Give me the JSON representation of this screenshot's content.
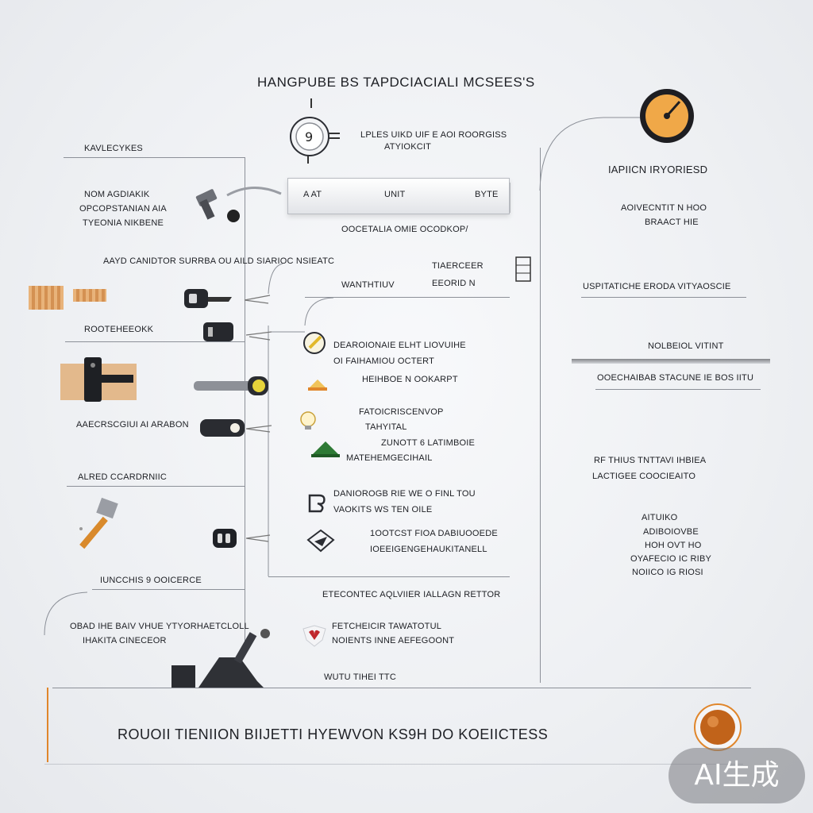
{
  "header": {
    "title": "HANGPUBE BS TAPDCIACIALI MCSEES'S",
    "top_label_line1": "LPLES UIKD UIF E  AOI ROORGISS",
    "top_label_line2": "ATYIOKCIT",
    "key_bar": {
      "left": "A AT",
      "mid": "UNIT",
      "right": "BYTE"
    },
    "key_caption": "OOCETALIA OMIE OCODKOP/"
  },
  "left": {
    "heading": "KAVLECYKES",
    "block1": [
      "NOM AGDIAKIK",
      "OPCOPSTANIAN  AIA",
      "TYEONIA NIKBENE"
    ],
    "wide_label": "AAYD CANIDTOR SURRBA OU  AILD  SIARIOC NSIEATC",
    "rootlabel": "ROOTEHEEOKK",
    "label3": "AAECRSCGIUI AI ARABON",
    "label4": "ALRED CCARDRNIIC",
    "label5": "IUNCCHIS 9 OOICERCE",
    "block6": [
      "OBAD IHE BAIV VHUE  YTYORHAETCLOLL",
      "IHAKITA CINECEOR"
    ]
  },
  "middle": {
    "mid_left_label": "WANTHTIUV",
    "mid_right_label": "TIAERCEER",
    "mid_right_label2": "EEORID N",
    "block_a": [
      "DEAROIONAIE  ELHT LIOVUIHE",
      "OI     FAIHAMIOU OCTERT",
      "HEIHBOE  N OOKARPT"
    ],
    "block_b": [
      "FATOICRISCENVOP",
      "TAHYITAL",
      "ZUNOTT 6 LATIMBOIE",
      "MATEHEMGECIHAIL"
    ],
    "block_c": [
      "DANIOROGB RIE WE O FINL  TOU",
      "VAOKITS WS  TEN OILE"
    ],
    "block_d": [
      "1OOTCST FIOA DABIUOOEDE",
      "IOEEIGENGEHAUKITANELL"
    ],
    "bottom_heading": "ETECONTEC  AQLVIIER IALLAGN RETTOR",
    "block_e": [
      "FETCHEICIR  TAWATOTUL",
      "NOIENTS INNE   AEFEGOONT"
    ],
    "block_f": "WUTU TIHEI TTC"
  },
  "right": {
    "heading": "IAPIICN IRYORIESD",
    "block1": [
      "AOIVECNTIT N HOO",
      "BRAACT HIE"
    ],
    "label2": "USPITATICHE ERODA VITYAOSCIE",
    "label3": "NOLBEIOL VITINT",
    "label4": "OOECHAIBAB STACUNE IE BOS  IITU",
    "block5": [
      "RF  THIUS TNTTAVI IHBIEA",
      "LACTIGEE COOCIEAITO"
    ],
    "block6": [
      "AITUIKO",
      "ADIBOIOVBE",
      "HOH OVT HO",
      "OYAFECIO IC RIBY",
      "NOIICO IG RIOSI"
    ]
  },
  "footer": {
    "text": "ROUOII TIENIION BIIJETTI HYEWVON KS9H DO KOEIICTESS"
  },
  "watermark": "AI生成",
  "colors": {
    "accent": "#e0862b",
    "accent_dark": "#b65c10",
    "line": "#8c9098",
    "text": "#1d1f24"
  }
}
